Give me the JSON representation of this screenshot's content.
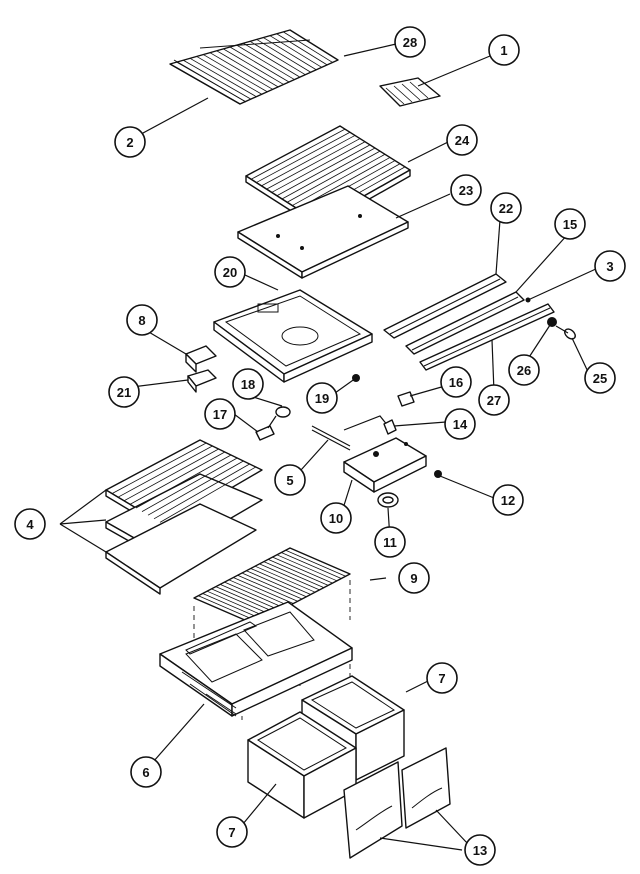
{
  "callouts": [
    "1",
    "2",
    "3",
    "4",
    "5",
    "6",
    "7",
    "7",
    "8",
    "9",
    "10",
    "11",
    "12",
    "13",
    "14",
    "15",
    "16",
    "17",
    "18",
    "19",
    "20",
    "21",
    "22",
    "23",
    "24",
    "25",
    "26",
    "27",
    "28"
  ]
}
